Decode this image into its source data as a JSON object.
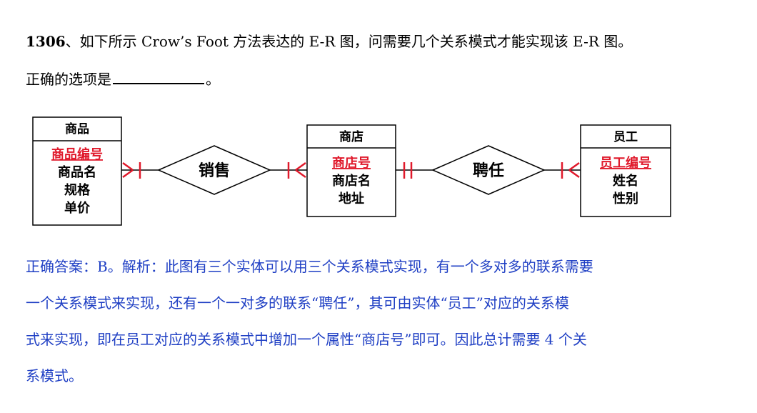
{
  "question": {
    "number": "1306",
    "text_line1": "、如下所示 Crow’s Foot 方法表达的 E-R 图，问需要几个关系模式才能实现该 E-R 图。",
    "text_line2_prefix": "正确的选项是",
    "text_line2_suffix": "。"
  },
  "diagram": {
    "entities": [
      {
        "name": "商品",
        "key": "商品编号",
        "attributes": [
          "商品名",
          "规格",
          "单价"
        ]
      },
      {
        "name": "商店",
        "key": "商店号",
        "attributes": [
          "商店名",
          "地址"
        ]
      },
      {
        "name": "员工",
        "key": "员工编号",
        "attributes": [
          "姓名",
          "性别"
        ]
      }
    ],
    "relationships": [
      {
        "name": "销售"
      },
      {
        "name": "聘任"
      }
    ],
    "colors": {
      "key": "#e0192b",
      "connector": "#e0192b",
      "border": "#000000"
    }
  },
  "answer": {
    "lines": [
      "正确答案：B。解析：此图有三个实体可以用三个关系模式实现，有一个多对多的联系需要",
      "一个关系模式来实现，还有一个一对多的联系“聘任”，其可由实体“员工”对应的关系模",
      "式来实现，即在员工对应的关系模式中增加一个属性“商店号”即可。因此总计需要 4 个关",
      "系模式。"
    ],
    "color": "#1f3fc4"
  }
}
